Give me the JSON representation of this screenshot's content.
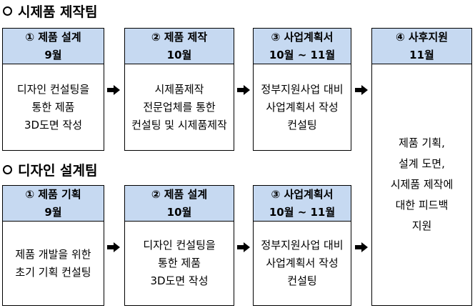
{
  "sections": [
    {
      "title": "시제품 제작팀",
      "steps": [
        {
          "head": [
            "① 제품 설계",
            "9월"
          ],
          "body": [
            "디자인 컨설팅을",
            "통한 제품",
            "3D도면 작성"
          ]
        },
        {
          "head": [
            "② 제품 제작",
            "10월"
          ],
          "body": [
            "시제품제작",
            "전문업체를 통한",
            "컨설팅 및 시제품제작"
          ]
        },
        {
          "head": [
            "③ 사업계획서",
            "10월 ~ 11월"
          ],
          "body": [
            "정부지원사업 대비",
            "사업계획서 작성",
            "컨설팅"
          ]
        }
      ]
    },
    {
      "title": "디자인 설계팀",
      "steps": [
        {
          "head": [
            "① 제품 기획",
            "9월"
          ],
          "body": [
            "제품 개발을 위한",
            "초기 기획 컨설팅"
          ]
        },
        {
          "head": [
            "② 제품 설계",
            "10월"
          ],
          "body": [
            "디자인 컨설팅을",
            "통한 제품",
            "3D도면 작성"
          ]
        },
        {
          "head": [
            "③ 사업계획서",
            "10월 ~ 11월"
          ],
          "body": [
            "정부지원사업 대비",
            "사업계획서 작성",
            "컨설팅"
          ]
        }
      ]
    }
  ],
  "final_step": {
    "head": [
      "④ 사후지원",
      "11월"
    ],
    "body": [
      "제품 기획,",
      "설계 도면,",
      "시제품 제작에",
      "대한 피드백",
      "지원"
    ]
  },
  "colors": {
    "header_fill": "#c6d9f1",
    "border": "#000000"
  }
}
